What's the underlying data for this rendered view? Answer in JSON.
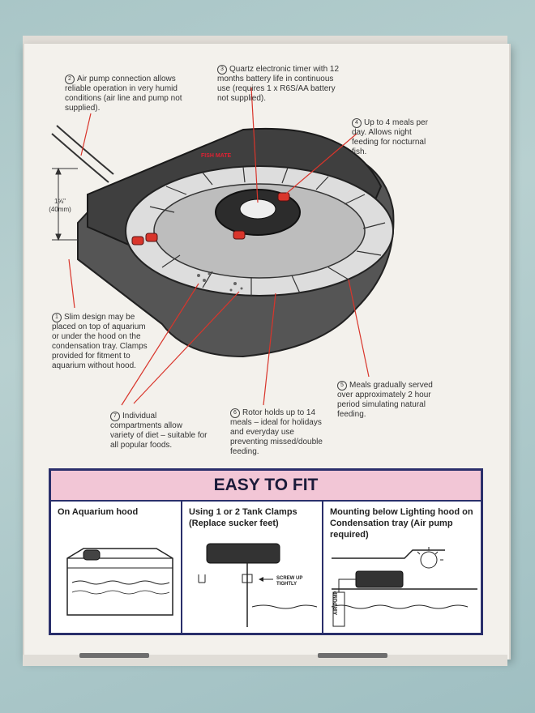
{
  "notes": {
    "n2": {
      "num": "2",
      "text": "Air pump connection allows reliable operation in very humid conditions (air line and pump not supplied)."
    },
    "n3": {
      "num": "3",
      "text": "Quartz electronic timer with 12 months battery life in continuous use (requires 1 x R6S/AA battery not supplied)."
    },
    "n4": {
      "num": "4",
      "text": "Up to 4 meals per day. Allows night feeding for nocturnal fish."
    },
    "n1": {
      "num": "1",
      "text": "Slim design may be placed on top of aquarium or under the hood on the condensation tray. Clamps provided for fitment to aquarium without hood."
    },
    "n7": {
      "num": "7",
      "text": "Individual compartments allow variety of diet – suitable for all popular foods."
    },
    "n6": {
      "num": "6",
      "text": "Rotor holds up to 14 meals – ideal for holidays and everyday use preventing missed/double feeding."
    },
    "n5": {
      "num": "5",
      "text": "Meals gradually served over approximately 2 hour period simulating natural feeding."
    }
  },
  "dimension": {
    "line1": "1⅝\"",
    "line2": "(40mm)"
  },
  "brand": "FISH MATE",
  "fit": {
    "title": "EASY TO FIT",
    "col1": "On Aquarium hood",
    "col2": "Using 1 or 2 Tank Clamps (Replace sucker feet)",
    "col3": "Mounting below Lighting hood on Condensation tray (Air pump required)",
    "screw": "SCREW UP TIGHTLY",
    "pump": "AIR PUMP"
  },
  "colors": {
    "panel_border": "#2a2f6b",
    "panel_header": "#f2c6d6",
    "leader_line": "#d9352b",
    "device_body": "#4a4a4a"
  }
}
